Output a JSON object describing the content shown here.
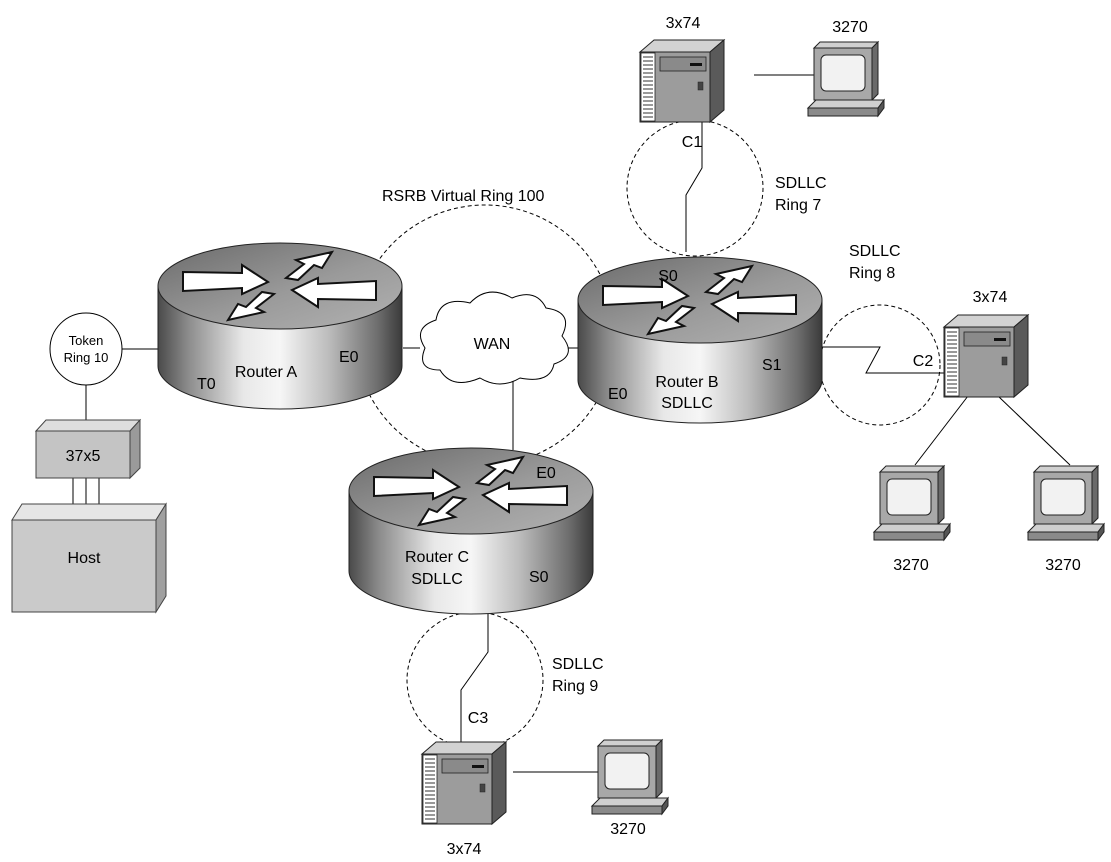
{
  "rsrb": {
    "label": "RSRB Virtual Ring 100"
  },
  "wan": {
    "label": "WAN"
  },
  "token_ring": {
    "line1": "Token",
    "line2": "Ring 10"
  },
  "fep": {
    "label": "37x5"
  },
  "host": {
    "label": "Host"
  },
  "router_a": {
    "name": "Router A",
    "t0": "T0",
    "e0": "E0"
  },
  "router_b": {
    "name": "Router B",
    "sub": "SDLLC",
    "s0": "S0",
    "s1": "S1",
    "e0": "E0"
  },
  "router_c": {
    "name": "Router C",
    "sub": "SDLLC",
    "s0": "S0",
    "e0": "E0"
  },
  "ring7": {
    "line1": "SDLLC",
    "line2": "Ring 7",
    "circuit": "C1"
  },
  "ring8": {
    "line1": "SDLLC",
    "line2": "Ring 8",
    "circuit": "C2"
  },
  "ring9": {
    "line1": "SDLLC",
    "line2": "Ring 9",
    "circuit": "C3"
  },
  "ctrl_top": {
    "label": "3x74"
  },
  "ctrl_right": {
    "label": "3x74"
  },
  "ctrl_bottom": {
    "label": "3x74"
  },
  "term_top": {
    "label": "3270"
  },
  "term_right1": {
    "label": "3270"
  },
  "term_right2": {
    "label": "3270"
  },
  "term_bottom": {
    "label": "3270"
  }
}
